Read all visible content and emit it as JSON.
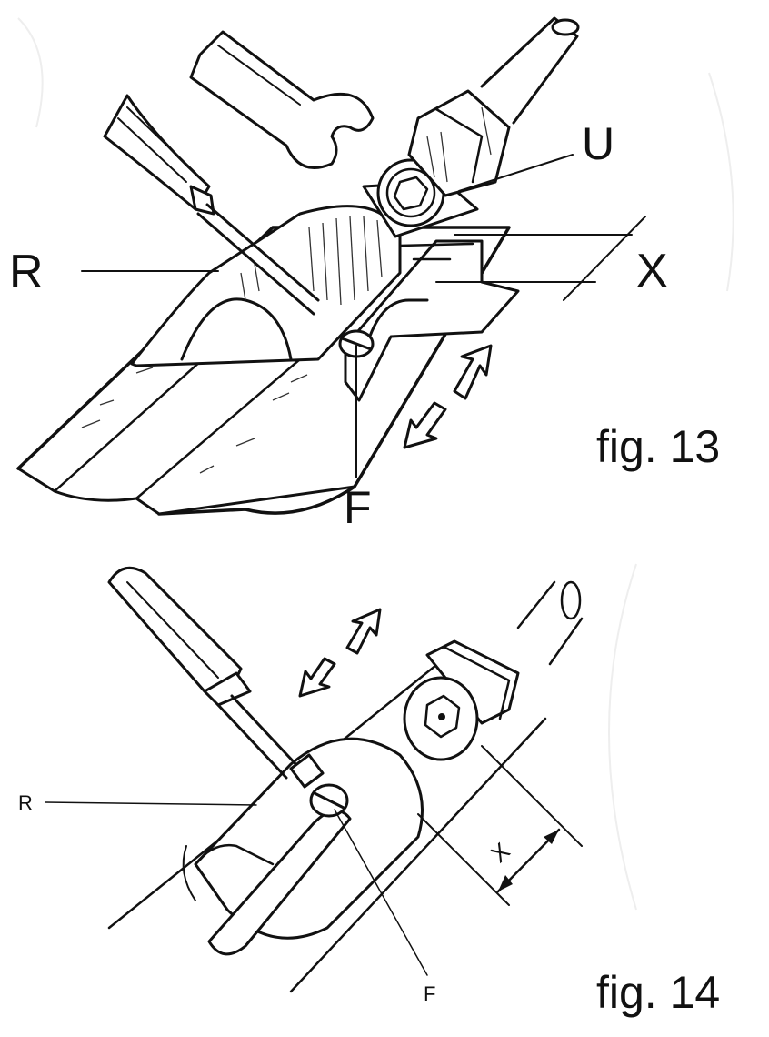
{
  "figures": [
    {
      "caption": "fig. 13",
      "labels": {
        "r": "R",
        "u": "U",
        "x": "X",
        "f": "F"
      }
    },
    {
      "caption": "fig. 14",
      "labels": {
        "r": "R",
        "x": "X",
        "f": "F"
      }
    }
  ],
  "colors": {
    "ink": "#111111",
    "paper": "#ffffff"
  },
  "icons": [
    "wrench-icon",
    "screwdriver-icon",
    "hex-bolt-icon",
    "slotted-screw-icon",
    "double-arrow-icon"
  ]
}
